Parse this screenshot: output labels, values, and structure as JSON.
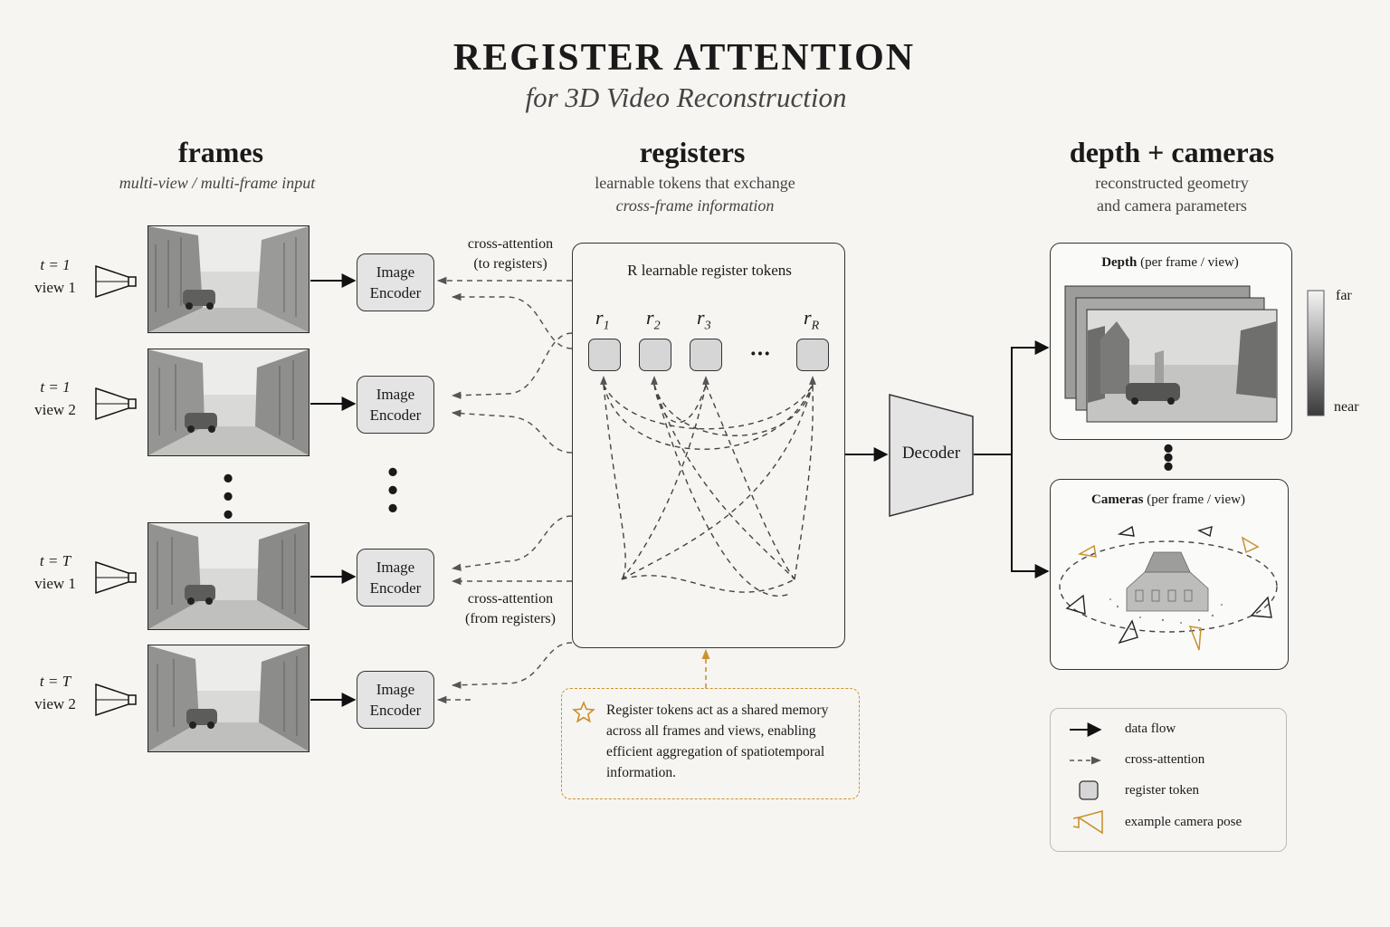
{
  "header": {
    "title": "REGISTER ATTENTION",
    "subtitle": "for 3D Video Reconstruction"
  },
  "columns": {
    "frames": {
      "title": "frames",
      "subtitle": "multi-view / multi-frame input"
    },
    "registers": {
      "title": "registers",
      "subtitle_line1": "learnable tokens that exchange",
      "subtitle_line2": "cross-frame information"
    },
    "outputs": {
      "title": "depth + cameras",
      "subtitle_line1": "reconstructed geometry",
      "subtitle_line2": "and camera parameters"
    }
  },
  "frames": [
    {
      "time": "t = 1",
      "view": "view 1",
      "encoder_line1": "Image",
      "encoder_line2": "Encoder"
    },
    {
      "time": "t = 1",
      "view": "view 2",
      "encoder_line1": "Image",
      "encoder_line2": "Encoder"
    },
    {
      "time": "t = T",
      "view": "view 1",
      "encoder_line1": "Image",
      "encoder_line2": "Encoder"
    },
    {
      "time": "t = T",
      "view": "view 2",
      "encoder_line1": "Image",
      "encoder_line2": "Encoder"
    }
  ],
  "ellipsis": "⋮",
  "cross_attention_to": {
    "line1": "cross-attention",
    "line2": "(to registers)"
  },
  "cross_attention_from": {
    "line1": "cross-attention",
    "line2": "(from registers)"
  },
  "register_panel": {
    "heading": "R  learnable register tokens",
    "tokens": [
      {
        "base": "r",
        "sub": "1"
      },
      {
        "base": "r",
        "sub": "2"
      },
      {
        "base": "r",
        "sub": "3"
      },
      {
        "base": "r",
        "sub": "R"
      }
    ],
    "ellipsis": "···"
  },
  "note": {
    "icon": "star-icon",
    "text": "Register tokens act as a shared memory across all frames and views, enabling efficient aggregation of spatiotemporal information."
  },
  "decoder": {
    "label": "Decoder"
  },
  "depth_panel": {
    "title_bold": "Depth",
    "title_rest": " (per frame / view)",
    "colorbar_far": "far",
    "colorbar_near": "near"
  },
  "cameras_panel": {
    "title_bold": "Cameras",
    "title_rest": " (per frame / view)"
  },
  "legend": {
    "items": [
      {
        "label": "data flow",
        "icon": "solid-arrow-icon"
      },
      {
        "label": "cross-attention",
        "icon": "dashed-arrow-icon"
      },
      {
        "label": "register token",
        "icon": "register-token-icon"
      },
      {
        "label": "example camera pose",
        "icon": "camera-pose-icon"
      }
    ]
  },
  "colors": {
    "accent": "#c8922d",
    "token_fill": "#d6d6d6",
    "encoder_fill": "#e4e4e4",
    "background": "#f6f5f2"
  }
}
